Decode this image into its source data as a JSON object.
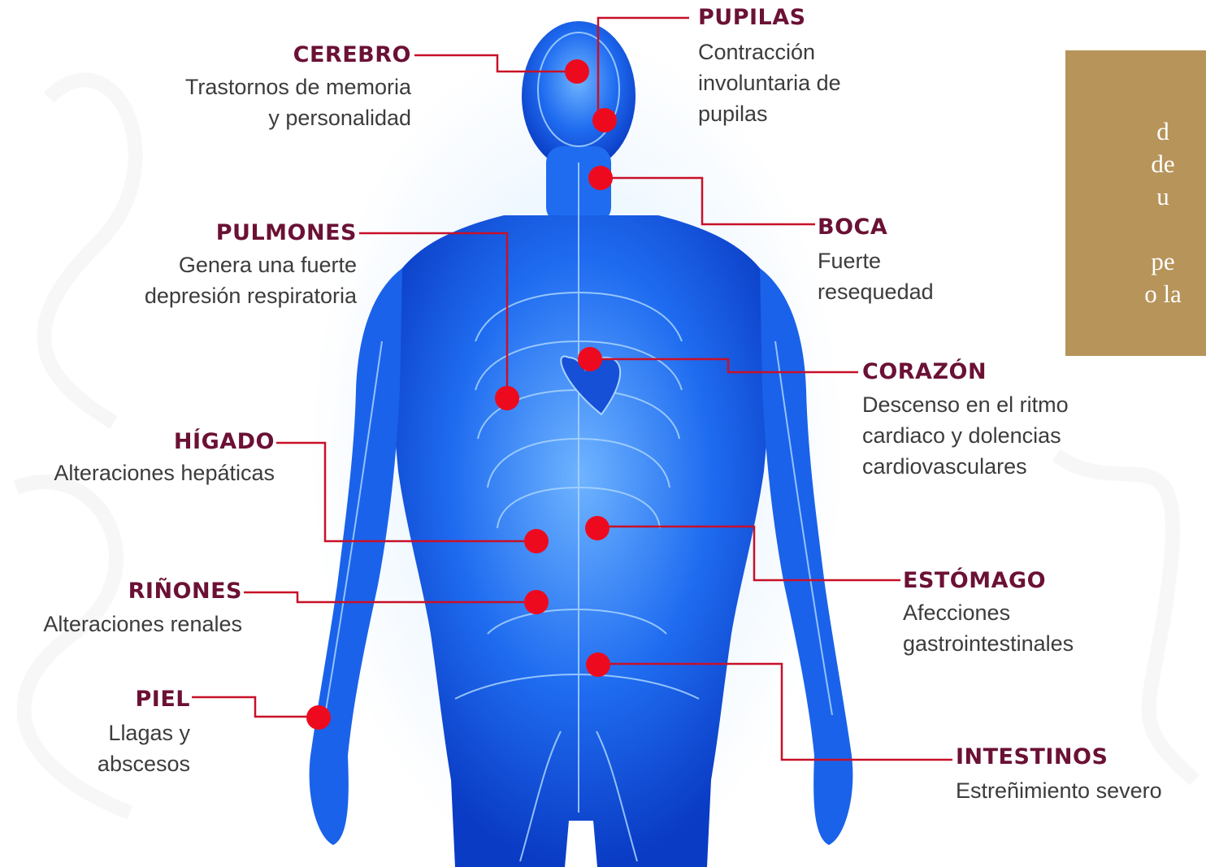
{
  "organs": [
    {
      "id": "cerebro",
      "title": "CEREBRO",
      "desc": "Trastornos de memoria\ny personalidad"
    },
    {
      "id": "pupilas",
      "title": "PUPILAS",
      "desc": "Contracción\ninvoluntaria de\npupilas"
    },
    {
      "id": "pulmones",
      "title": "PULMONES",
      "desc": "Genera una fuerte\ndepresión respiratoria"
    },
    {
      "id": "boca",
      "title": "BOCA",
      "desc": "Fuerte\nresequedad"
    },
    {
      "id": "corazon",
      "title": "CORAZÓN",
      "desc": "Descenso en el ritmo\ncardiaco y dolencias\ncardiovasculares"
    },
    {
      "id": "higado",
      "title": "HÍGADO",
      "desc": "Alteraciones hepáticas"
    },
    {
      "id": "estomago",
      "title": "ESTÓMAGO",
      "desc": "Afecciones\ngastrointestinales"
    },
    {
      "id": "rinones",
      "title": "RIÑONES",
      "desc": "Alteraciones renales"
    },
    {
      "id": "piel",
      "title": "PIEL",
      "desc": "Llagas y\nabscesos"
    },
    {
      "id": "intestinos",
      "title": "INTESTINOS",
      "desc": "Estreñimiento severo"
    }
  ],
  "infobox": {
    "text": "d\nde\nu\n\npe\no la"
  },
  "colors": {
    "title": "#6b1135",
    "marker": "#ee0a1e",
    "leader": "#c81028",
    "body": "#1e6cf5",
    "box": "#b6945a"
  }
}
